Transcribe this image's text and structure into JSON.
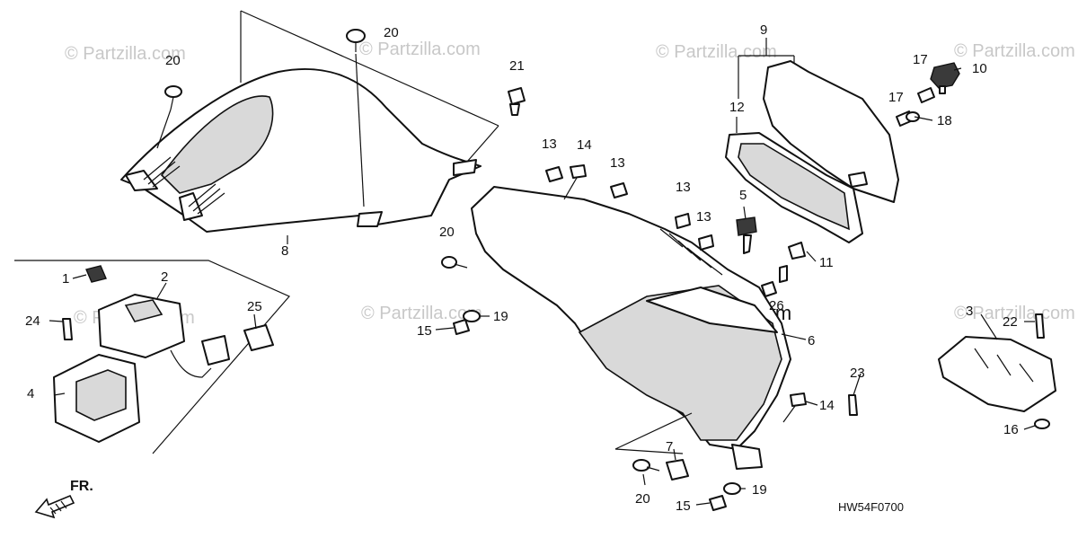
{
  "diagram_code": "HW54F0700",
  "front_indicator": "FR.",
  "watermark_text": "© Partzilla.com",
  "callouts": {
    "c1": "1",
    "c2": "2",
    "c3": "3",
    "c4": "4",
    "c5": "5",
    "c6": "6",
    "c7": "7",
    "c8": "8",
    "c9": "9",
    "c10": "10",
    "c11": "11",
    "c12": "12",
    "c13a": "13",
    "c13b": "13",
    "c13c": "13",
    "c13d": "13",
    "c14a": "14",
    "c14b": "14",
    "c15a": "15",
    "c15b": "15",
    "c16": "16",
    "c17a": "17",
    "c17b": "17",
    "c18": "18",
    "c19a": "19",
    "c19b": "19",
    "c20a": "20",
    "c20b": "20",
    "c20c": "20",
    "c20d": "20",
    "c21": "21",
    "c22": "22",
    "c23": "23",
    "c24": "24",
    "c25": "25",
    "c26": "26"
  }
}
